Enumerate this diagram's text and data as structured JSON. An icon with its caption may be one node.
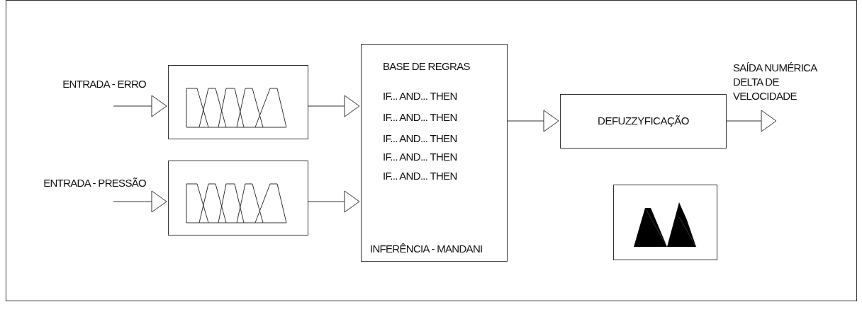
{
  "diagram": {
    "nodes": [
      {
        "text": [],
        "shape": "box"
      },
      {
        "text": [],
        "shape": "box"
      },
      {
        "text": [
          "BASE DE REGRAS",
          "IF... AND... THEN",
          "IF... AND... THEN",
          "IF... AND... THEN",
          "IF... AND... THEN",
          "IF... AND... THEN",
          "INFERÊNCIA - MANDANI"
        ]
      },
      {
        "text": [
          "DEFUZZYFICAÇÃO"
        ]
      },
      {
        "text": [],
        "shape": "box"
      }
    ],
    "edges": [
      {
        "from": null,
        "to": 0,
        "arrow": "to"
      },
      {
        "from": null,
        "to": 1,
        "arrow": "to"
      },
      {
        "from": 0,
        "to": 2,
        "arrow": "to"
      },
      {
        "from": 1,
        "to": 2,
        "arrow": "to"
      },
      {
        "from": 2,
        "to": 3,
        "arrow": "to"
      },
      {
        "from": 3,
        "to": null,
        "arrow": "to"
      }
    ],
    "labels": [
      "ENTRADA - ERRO",
      "ENTRADA - PRESSÃO",
      "SAÍDA NUMÉRICA DELTA DE VELOCIDADE"
    ]
  }
}
